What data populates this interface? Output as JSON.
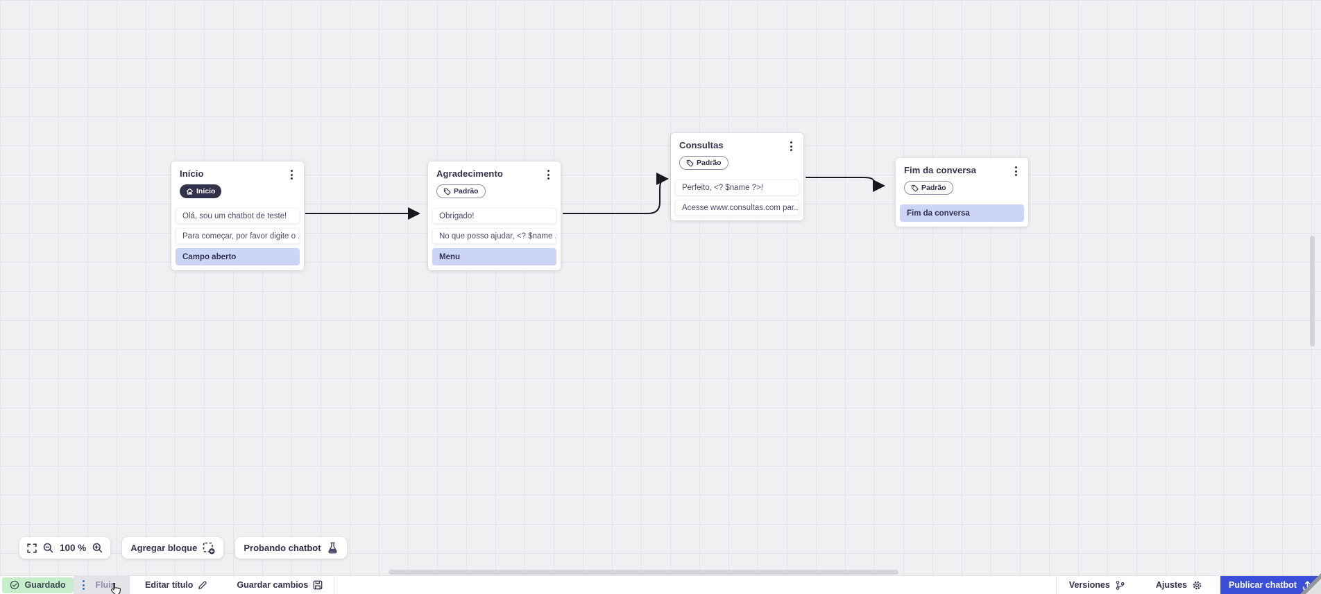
{
  "canvas": {
    "nodes": [
      {
        "title": "Início",
        "badge": {
          "label": "Início",
          "style": "dark",
          "icon": "home-icon"
        },
        "messages": [
          {
            "text": "Olá, sou um chatbot de teste!",
            "highlighted": false
          },
          {
            "text": "Para começar, por favor digite o ...",
            "highlighted": false
          },
          {
            "text": "Campo aberto",
            "highlighted": true
          }
        ]
      },
      {
        "title": "Agradecimento",
        "badge": {
          "label": "Padrão",
          "style": "outline",
          "icon": "tag-icon"
        },
        "messages": [
          {
            "text": "Obrigado!",
            "highlighted": false
          },
          {
            "text": "No que posso ajudar, <? $name ...",
            "highlighted": false
          },
          {
            "text": "Menu",
            "highlighted": true
          }
        ]
      },
      {
        "title": "Consultas",
        "badge": {
          "label": "Padrão",
          "style": "outline",
          "icon": "tag-icon"
        },
        "messages": [
          {
            "text": "Perfeito, <? $name ?>!",
            "highlighted": false
          },
          {
            "text": "Acesse www.consultas.com par...",
            "highlighted": false
          }
        ]
      },
      {
        "title": "Fim da conversa",
        "badge": {
          "label": "Padrão",
          "style": "outline",
          "icon": "tag-icon"
        },
        "messages": [
          {
            "text": "Fim da conversa",
            "highlighted": true
          }
        ]
      }
    ],
    "connections": [
      {
        "from": "Início",
        "to": "Agradecimento"
      },
      {
        "from": "Agradecimento",
        "to": "Consultas"
      },
      {
        "from": "Consultas",
        "to": "Fim da conversa"
      }
    ]
  },
  "toolbar": {
    "zoom_value": "100 %",
    "add_block_label": "Agregar bloque",
    "test_chatbot_label": "Probando chatbot"
  },
  "statusbar": {
    "saved_label": "Guardado",
    "flow_name": "Fluir",
    "edit_title_label": "Editar título",
    "save_changes_label": "Guardar cambios",
    "versions_label": "Versiones",
    "settings_label": "Ajustes",
    "publish_label": "Publicar chatbot"
  },
  "colors": {
    "accent_blue": "#3c4fd8",
    "highlight_row": "#ccd5f8",
    "saved_green_bg": "#c7eecb",
    "badge_dark": "#32324d",
    "canvas_bg": "#f0f0f2"
  }
}
